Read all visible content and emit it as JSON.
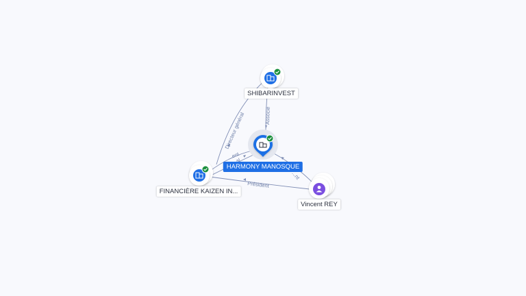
{
  "nodes": {
    "center": {
      "label": "HARMONY MANOSQUE",
      "icon": "building-icon",
      "verified": true
    },
    "shibarinvest": {
      "label": "SHIBARINVEST",
      "icon": "building-icon",
      "verified": true
    },
    "kaizen": {
      "label": "FINANCIÈRE KAIZEN IN...",
      "icon": "building-icon",
      "verified": true
    },
    "vincent": {
      "label": "Vincent REY",
      "icon": "person-icon",
      "verified": false
    }
  },
  "edges": {
    "kaizen_shibarinvest": "Directeur général",
    "shibarinvest_center": "Associé",
    "kaizen_center_a": "...ent",
    "kaizen_center_b": "...al",
    "vincent_kaizen": "Président",
    "vincent_center": "...nt"
  },
  "colors": {
    "company": "#1f6fe5",
    "person": "#7b4fe0",
    "verified": "#1a8f3c",
    "edge": "#7f8db4",
    "background": "#f8f9fd"
  }
}
